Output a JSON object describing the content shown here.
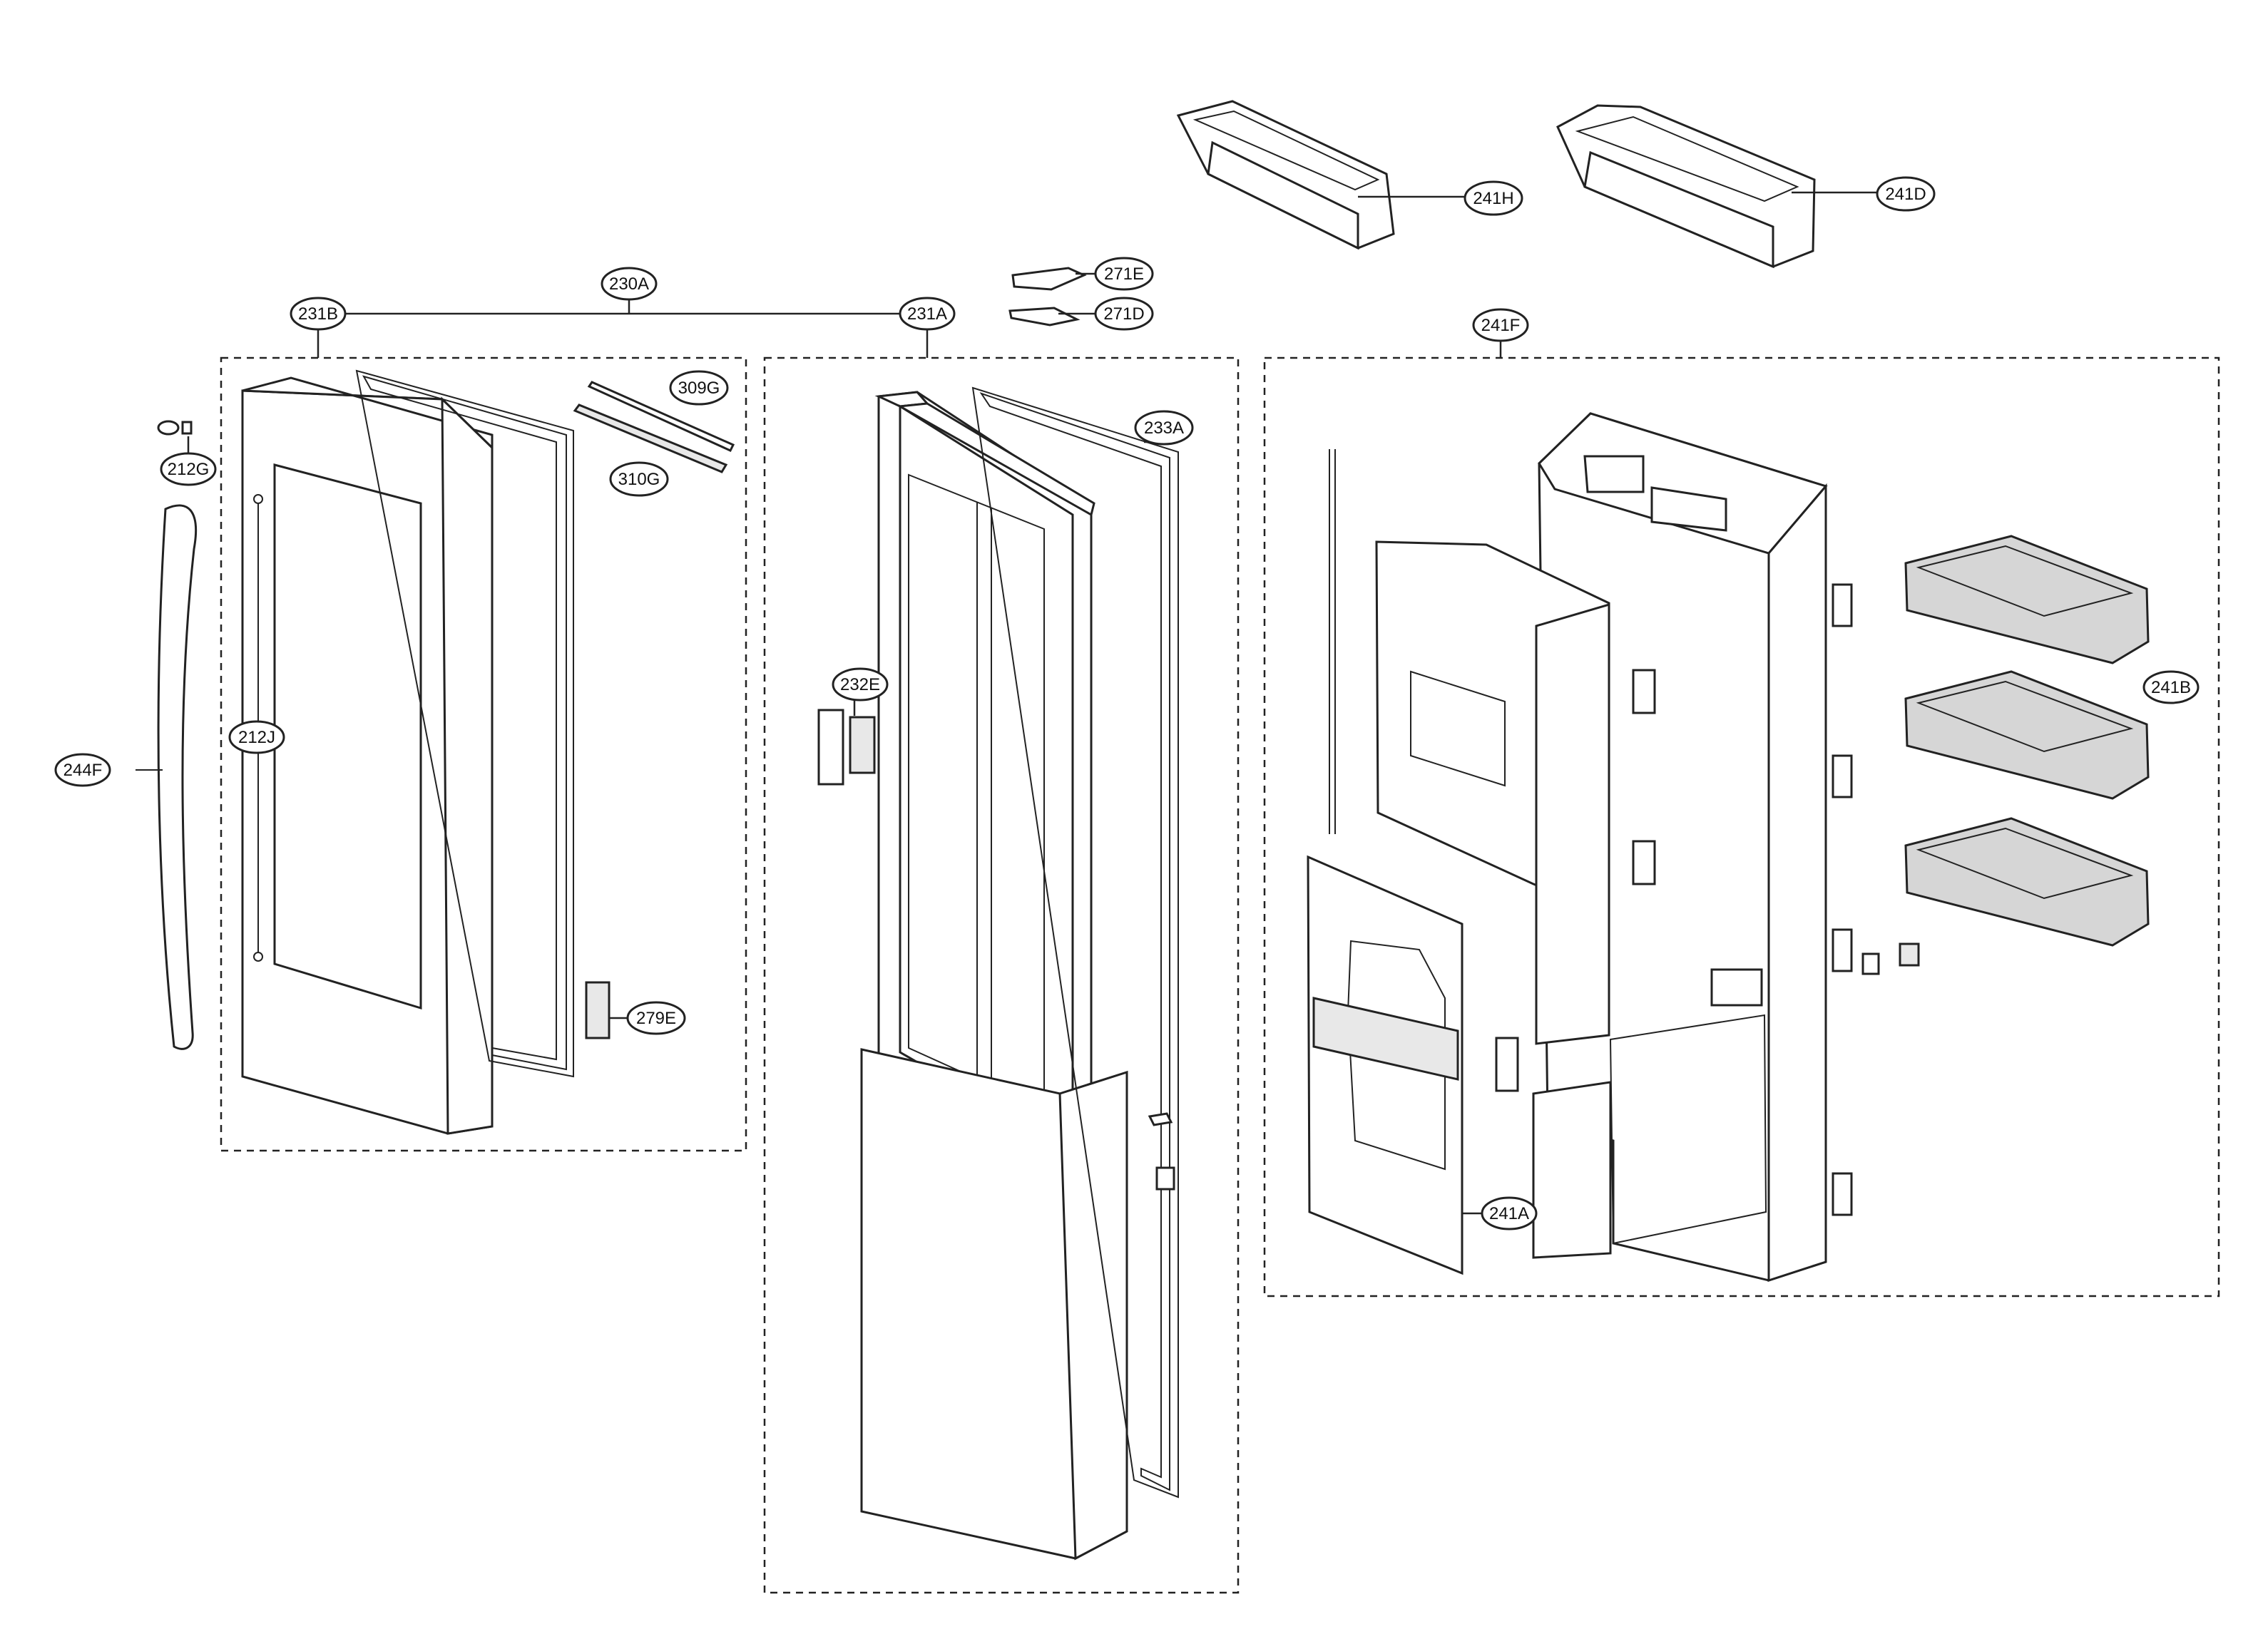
{
  "labels": {
    "l230A": "230A",
    "l231B": "231B",
    "l231A": "231A",
    "l309G": "309G",
    "l310G": "310G",
    "l212G": "212G",
    "l212J": "212J",
    "l244F": "244F",
    "l279E": "279E",
    "l233A": "233A",
    "l232E": "232E",
    "l271E": "271E",
    "l271D": "271D",
    "l241H": "241H",
    "l241D": "241D",
    "l241F": "241F",
    "l241B": "241B",
    "l241A": "241A"
  }
}
